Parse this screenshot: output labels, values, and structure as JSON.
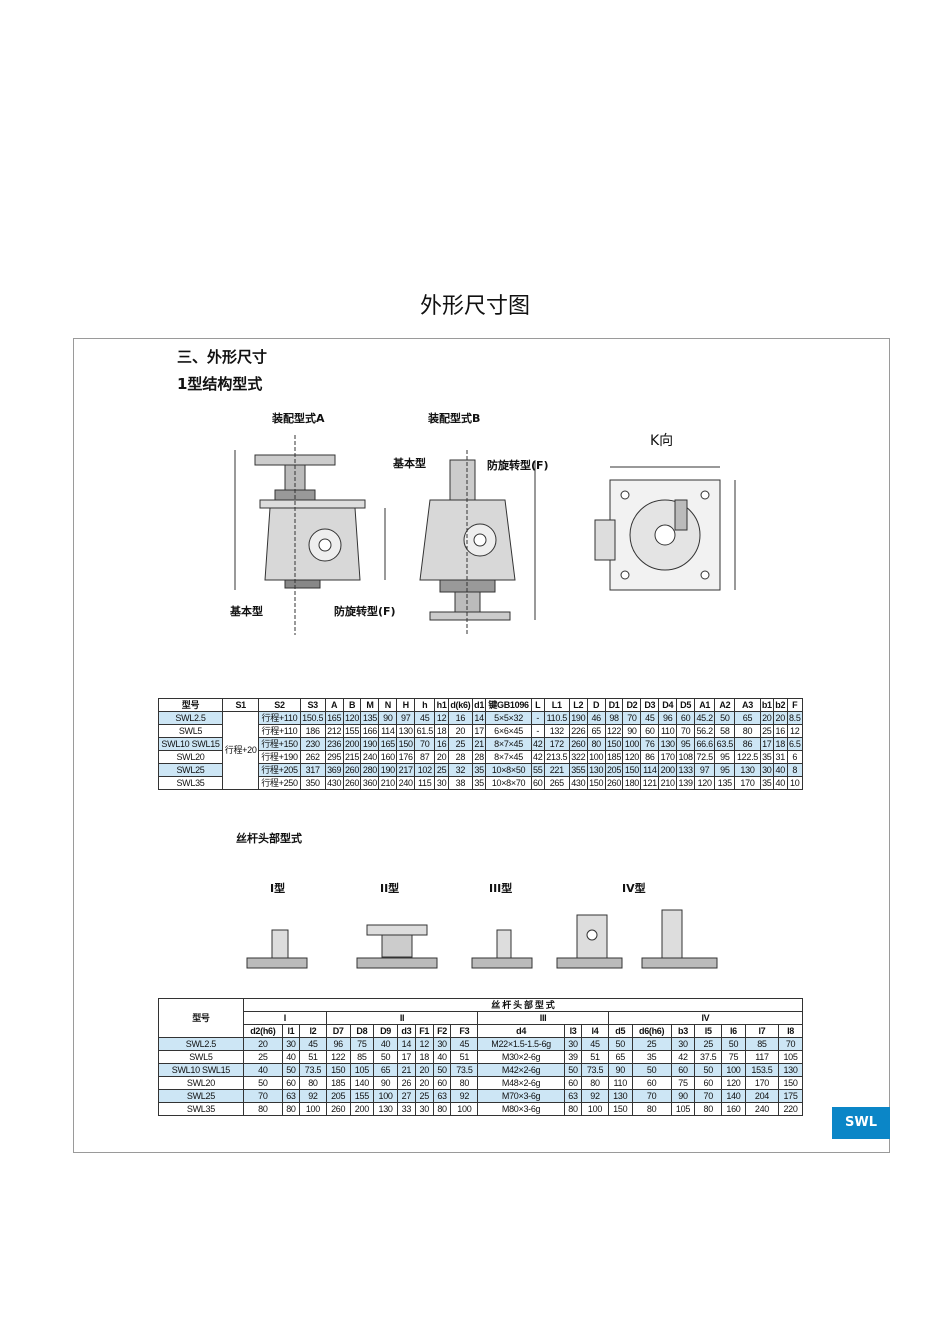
{
  "caption": "外形尺寸图",
  "section_title": "三、外形尺寸",
  "subtitle": "1型结构型式",
  "assembly_a": "装配型式A",
  "assembly_b": "装配型式B",
  "k_view": "K向",
  "labels": {
    "basic": "基本型",
    "anti_rotation": "防旋转型(F)",
    "stroke": "行程"
  },
  "table1": {
    "headers": [
      "型号",
      "S1",
      "S2",
      "S3",
      "A",
      "B",
      "M",
      "N",
      "H",
      "h",
      "h1",
      "d(k6)",
      "d1",
      "键GB1096",
      "L",
      "L1",
      "L2",
      "D",
      "D1",
      "D2",
      "D3",
      "D4",
      "D5",
      "A1",
      "A2",
      "A3",
      "b1",
      "b2",
      "F"
    ],
    "s1_merged": "行程+20",
    "rows": [
      {
        "model": "SWL2.5",
        "hl": true,
        "s2": "行程+110",
        "vals": [
          "150.5",
          "165",
          "120",
          "135",
          "90",
          "97",
          "45",
          "12",
          "16",
          "14",
          "5×5×32",
          "-",
          "110.5",
          "190",
          "46",
          "98",
          "70",
          "45",
          "96",
          "60",
          "45.2",
          "50",
          "65",
          "20",
          "20",
          "8.5"
        ]
      },
      {
        "model": "SWL5",
        "hl": false,
        "s2": "行程+110",
        "vals": [
          "186",
          "212",
          "155",
          "166",
          "114",
          "130",
          "61.5",
          "18",
          "20",
          "17",
          "6×6×45",
          "-",
          "132",
          "226",
          "65",
          "122",
          "90",
          "60",
          "110",
          "70",
          "56.2",
          "58",
          "80",
          "25",
          "16",
          "12"
        ]
      },
      {
        "model": "SWL10 SWL15",
        "hl": true,
        "s2": "行程+150",
        "vals": [
          "230",
          "236",
          "200",
          "190",
          "165",
          "150",
          "70",
          "16",
          "25",
          "21",
          "8×7×45",
          "42",
          "172",
          "260",
          "80",
          "150",
          "100",
          "76",
          "130",
          "95",
          "66.6",
          "63.5",
          "86",
          "17",
          "18",
          "6.5"
        ]
      },
      {
        "model": "SWL20",
        "hl": false,
        "s2": "行程+190",
        "vals": [
          "262",
          "295",
          "215",
          "240",
          "160",
          "176",
          "87",
          "20",
          "28",
          "28",
          "8×7×45",
          "42",
          "213.5",
          "322",
          "100",
          "185",
          "120",
          "86",
          "170",
          "108",
          "72.5",
          "95",
          "122.5",
          "35",
          "31",
          "6"
        ]
      },
      {
        "model": "SWL25",
        "hl": true,
        "s2": "行程+205",
        "vals": [
          "317",
          "369",
          "260",
          "280",
          "190",
          "217",
          "102",
          "25",
          "32",
          "35",
          "10×8×50",
          "55",
          "221",
          "355",
          "130",
          "205",
          "150",
          "114",
          "200",
          "133",
          "97",
          "95",
          "130",
          "30",
          "40",
          "8"
        ]
      },
      {
        "model": "SWL35",
        "hl": false,
        "s2": "行程+250",
        "vals": [
          "350",
          "430",
          "260",
          "360",
          "210",
          "240",
          "115",
          "30",
          "38",
          "35",
          "10×8×70",
          "60",
          "265",
          "430",
          "150",
          "260",
          "180",
          "121",
          "210",
          "139",
          "120",
          "135",
          "170",
          "35",
          "40",
          "10"
        ]
      }
    ]
  },
  "head_forms_title": "丝杆头部型式",
  "head_types": [
    "I型",
    "II型",
    "III型",
    "IV型"
  ],
  "table2": {
    "title": "丝 杆 头 部 型 式",
    "model_header": "型号",
    "groups": [
      "I",
      "II",
      "III",
      "IV"
    ],
    "headers": [
      "d2(h6)",
      "l1",
      "l2",
      "D7",
      "D8",
      "D9",
      "d3",
      "F1",
      "F2",
      "F3",
      "d4",
      "l3",
      "l4",
      "d5",
      "d6(h6)",
      "b3",
      "l5",
      "l6",
      "l7",
      "l8"
    ],
    "rows": [
      {
        "model": "SWL2.5",
        "hl": true,
        "vals": [
          "20",
          "30",
          "45",
          "96",
          "75",
          "40",
          "14",
          "12",
          "30",
          "45",
          "M22×1.5-1.5-6g",
          "30",
          "45",
          "50",
          "25",
          "30",
          "25",
          "50",
          "85",
          "70"
        ]
      },
      {
        "model": "SWL5",
        "hl": false,
        "vals": [
          "25",
          "40",
          "51",
          "122",
          "85",
          "50",
          "17",
          "18",
          "40",
          "51",
          "M30×2-6g",
          "39",
          "51",
          "65",
          "35",
          "42",
          "37.5",
          "75",
          "117",
          "105"
        ]
      },
      {
        "model": "SWL10 SWL15",
        "hl": true,
        "vals": [
          "40",
          "50",
          "73.5",
          "150",
          "105",
          "65",
          "21",
          "20",
          "50",
          "73.5",
          "M42×2-6g",
          "50",
          "73.5",
          "90",
          "50",
          "60",
          "50",
          "100",
          "153.5",
          "130"
        ]
      },
      {
        "model": "SWL20",
        "hl": false,
        "vals": [
          "50",
          "60",
          "80",
          "185",
          "140",
          "90",
          "26",
          "20",
          "60",
          "80",
          "M48×2-6g",
          "60",
          "80",
          "110",
          "60",
          "75",
          "60",
          "120",
          "170",
          "150"
        ]
      },
      {
        "model": "SWL25",
        "hl": true,
        "vals": [
          "70",
          "63",
          "92",
          "205",
          "155",
          "100",
          "27",
          "25",
          "63",
          "92",
          "M70×3-6g",
          "63",
          "92",
          "130",
          "70",
          "90",
          "70",
          "140",
          "204",
          "175"
        ]
      },
      {
        "model": "SWL35",
        "hl": false,
        "vals": [
          "80",
          "80",
          "100",
          "260",
          "200",
          "130",
          "33",
          "30",
          "80",
          "100",
          "M80×3-6g",
          "80",
          "100",
          "150",
          "80",
          "105",
          "80",
          "160",
          "240",
          "220"
        ]
      }
    ]
  },
  "brand_tag": "SWL"
}
